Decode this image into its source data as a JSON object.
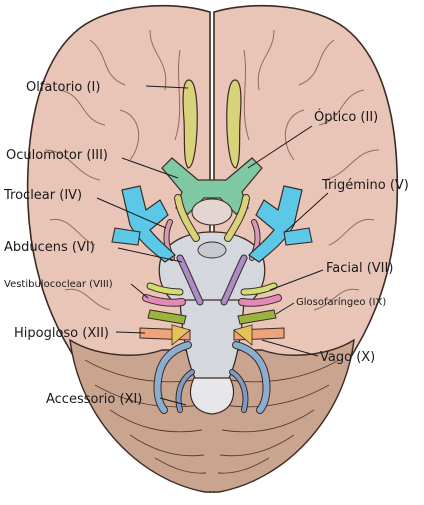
{
  "diagram": {
    "labels": {
      "olfactory": "Olfatorio (I)",
      "optic": "Óptico (II)",
      "oculomotor": "Oculomotor (III)",
      "trigeminal": "Trigémino (V)",
      "trochlear": "Troclear (IV)",
      "abducens": "Abducens (VI)",
      "facial": "Facial (VII)",
      "vestibulocochlear": "Vestibulococlear (VIII)",
      "glossopharyngeal": "Glosofaríngeo (IX)",
      "hypoglossal": "Hipogloso (XII)",
      "vagus": "Vago (X)",
      "accessory": "Accessorio (XI)"
    },
    "colors": {
      "brain": "#e9c5b8",
      "brain_outline": "#3d2a24",
      "cerebellum": "#c9a48f",
      "brainstem": "#d4d7de",
      "olfactory": "#d8d27b",
      "optic": "#7ec8a4",
      "trigeminal": "#5bc8e8",
      "oculomotor": "#d8d27b",
      "trochlear": "#d59ab9",
      "abducens": "#a98dc4",
      "facial": "#cfe070",
      "vestibulocochlear": "#e389b7",
      "glossopharyngeal": "#9ab53e",
      "vagus": "#8aaecf",
      "hypoglossal": "#f0a37a",
      "accessory": "#7c9bc8"
    }
  }
}
